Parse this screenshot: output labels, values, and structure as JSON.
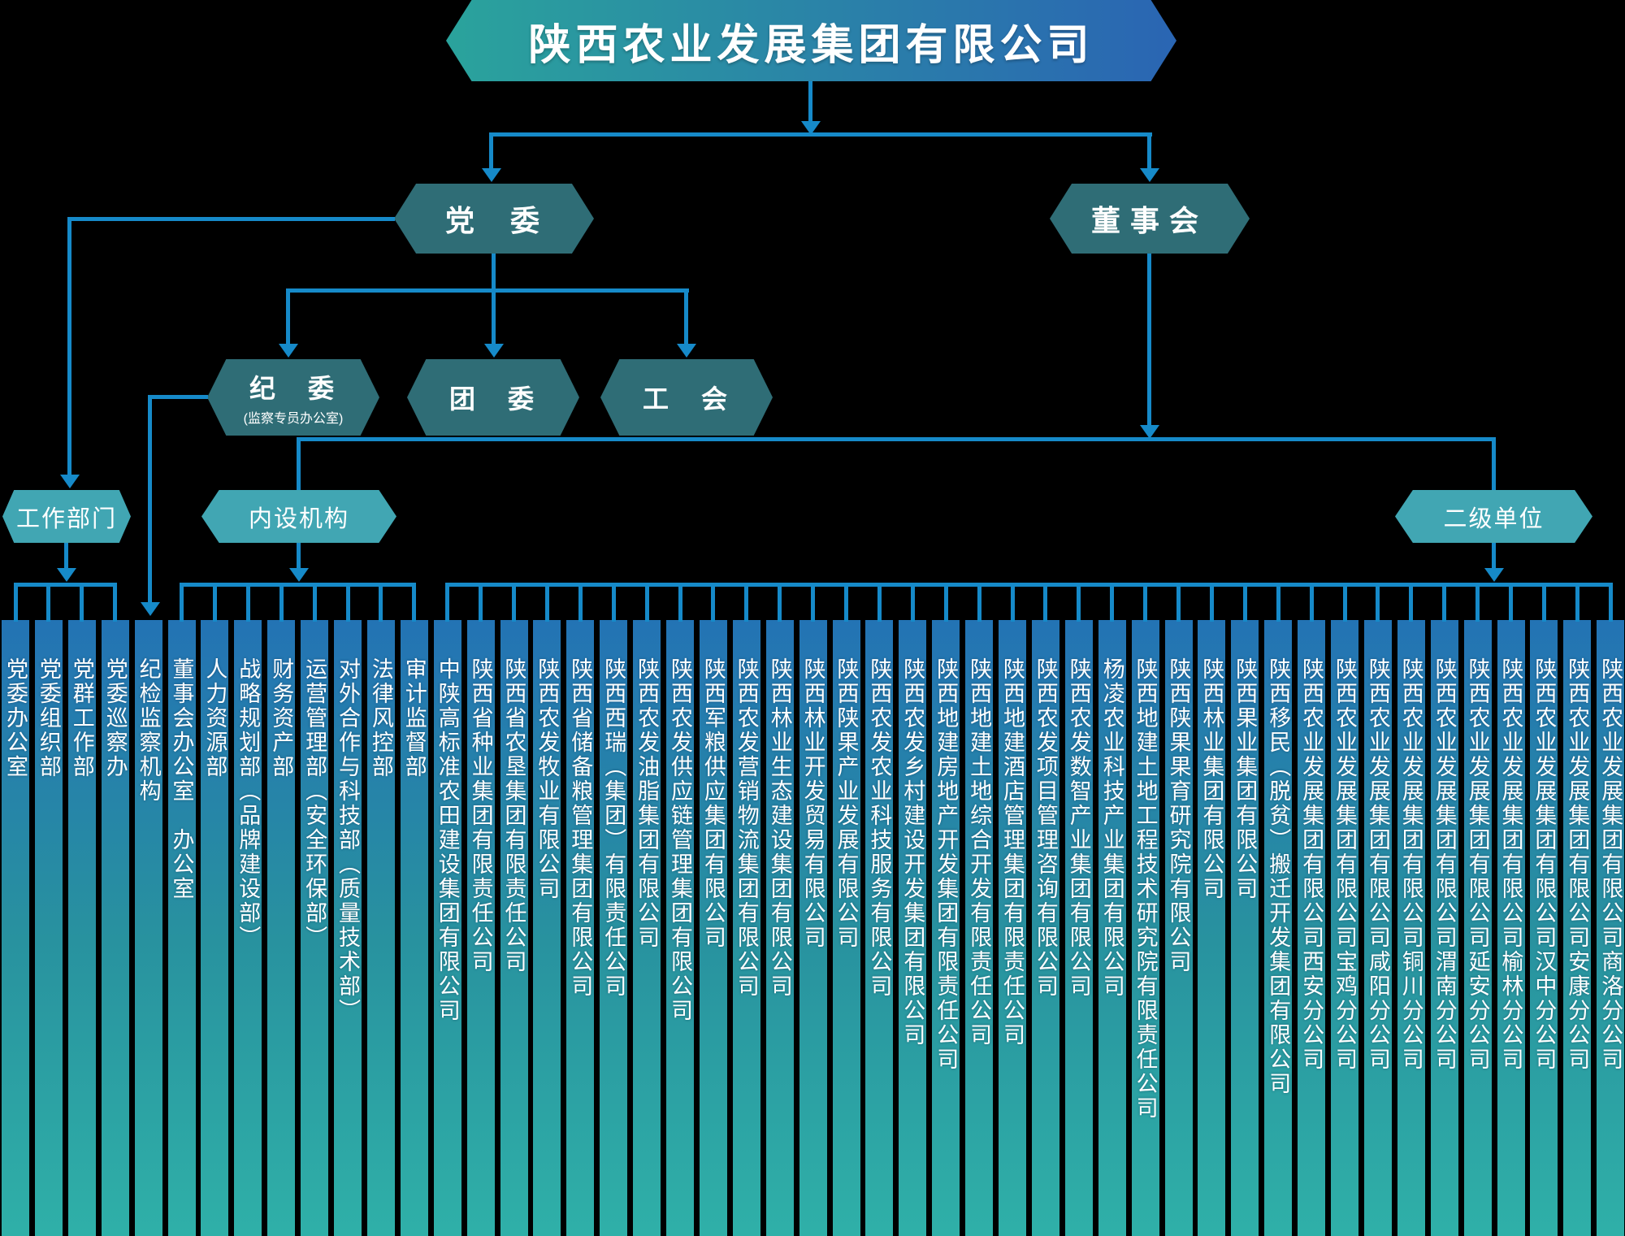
{
  "title": "陕西农业发展集团有限公司",
  "org": {
    "party_committee": "党　委",
    "board": "董事会",
    "discipline_committee": "纪　委",
    "discipline_subtitle": "(监察专员办公室)",
    "youth_league": "团　委",
    "labor_union": "工　会",
    "work_dept_group": "工作部门",
    "internal_group": "内设机构",
    "secondary_group": "二级单位"
  },
  "colors": {
    "background": "#000000",
    "connector_blue": "#168ac9",
    "dark_hexagon": "#2f6d76",
    "light_hexagon": "#41a6b3",
    "banner_gradient_start": "#2aa39c",
    "banner_gradient_end": "#2a65b3",
    "column_gradient_top": "#2373b4",
    "column_gradient_bottom": "#2fb0a8",
    "text": "#ffffff"
  },
  "columns": {
    "work_departments": [
      "党委办公室",
      "党委组织部",
      "党群工作部",
      "党委巡察办"
    ],
    "discipline_units": [
      "纪检监察机构"
    ],
    "internal_organs": [
      "董事会办公室　办公室",
      "人力资源部",
      "战略规划部（品牌建设部）",
      "财务资产部",
      "运营管理部（安全环保部）",
      "对外合作与科技部（质量技术部）",
      "法律风控部",
      "审计监督部"
    ],
    "secondary_units": [
      "中陕高标准农田建设集团有限公司",
      "陕西省种业集团有限责任公司",
      "陕西省农垦集团有限责任公司",
      "陕西农发牧业有限公司",
      "陕西省储备粮管理集团有限公司",
      "陕西西瑞（集团）有限责任公司",
      "陕西农发油脂集团有限公司",
      "陕西农发供应链管理集团有限公司",
      "陕西军粮供应集团有限公司",
      "陕西农发营销物流集团有限公司",
      "陕西林业生态建设集团有限公司",
      "陕西林业开发贸易有限公司",
      "陕西陕果产业发展有限公司",
      "陕西农发农业科技服务有限公司",
      "陕西农发乡村建设开发集团有限公司",
      "陕西地建房地产开发集团有限责任公司",
      "陕西地建土地综合开发有限责任公司",
      "陕西地建酒店管理集团有限责任公司",
      "陕西农发项目管理咨询有限公司",
      "陕西农发数智产业集团有限公司",
      "杨凌农业科技产业集团有限公司",
      "陕西地建土地工程技术研究院有限责任公司",
      "陕西陕果果育研究院有限公司",
      "陕西林业集团有限公司",
      "陕西果业集团有限公司",
      "陕西移民（脱贫）搬迁开发集团有限公司",
      "陕西农业发展集团有限公司西安分公司",
      "陕西农业发展集团有限公司宝鸡分公司",
      "陕西农业发展集团有限公司咸阳分公司",
      "陕西农业发展集团有限公司铜川分公司",
      "陕西农业发展集团有限公司渭南分公司",
      "陕西农业发展集团有限公司延安分公司",
      "陕西农业发展集团有限公司榆林分公司",
      "陕西农业发展集团有限公司汉中分公司",
      "陕西农业发展集团有限公司安康分公司",
      "陕西农业发展集团有限公司商洛分公司"
    ]
  }
}
